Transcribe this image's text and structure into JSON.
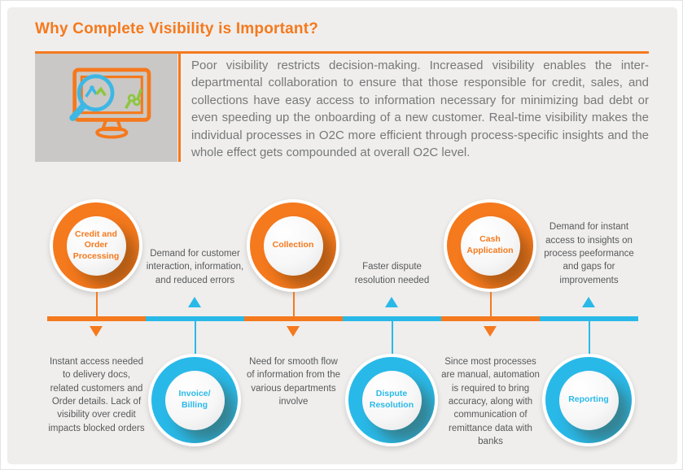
{
  "page": {
    "title": "Why Complete Visibility is Important?",
    "intro_paragraph": "Poor visibility restricts decision-making. Increased visibility enables the inter-departmental collaboration to ensure that those responsible for credit, sales, and collections have easy access to information necessary for minimizing bad debt or even speeding up the onboarding of a new customer. Real-time visibility makes the individual processes in O2C more efficient through process-specific insights and the whole effect gets compounded at overall O2C level."
  },
  "icons": {
    "intro_icon": "monitor-magnifier-chart-icon"
  },
  "colors": {
    "orange": "#f5791d",
    "blue": "#29b9e8",
    "panel_background": "#efeeec",
    "icon_box_background": "#c9c8c6",
    "paragraph_text": "#77787a",
    "note_text": "#58595c"
  },
  "timeline": {
    "columns": [
      {
        "circle_label": "Credit and Order Processing",
        "circle_position": "top",
        "color": "orange",
        "note": "Instant access needed to delivery docs, related customers and Order details. Lack of visibility over credit impacts blocked orders",
        "note_position": "bottom"
      },
      {
        "circle_label": "Invoice/ Billing",
        "circle_position": "bottom",
        "color": "blue",
        "note": "Demand for customer interaction, information, and reduced errors",
        "note_position": "top"
      },
      {
        "circle_label": "Collection",
        "circle_position": "top",
        "color": "orange",
        "note": "Need for smooth flow of information from the various departments involve",
        "note_position": "bottom"
      },
      {
        "circle_label": "Dispute Resolution",
        "circle_position": "bottom",
        "color": "blue",
        "note": "Faster dispute resolution needed",
        "note_position": "top"
      },
      {
        "circle_label": "Cash Application",
        "circle_position": "top",
        "color": "orange",
        "note": "Since most processes are manual, automation is required to bring accuracy, along with communication of remittance data with banks",
        "note_position": "bottom"
      },
      {
        "circle_label": "Reporting",
        "circle_position": "bottom",
        "color": "blue",
        "note": "Demand for instant access to insights on process peeformance and gaps for improvements",
        "note_position": "top"
      }
    ]
  }
}
